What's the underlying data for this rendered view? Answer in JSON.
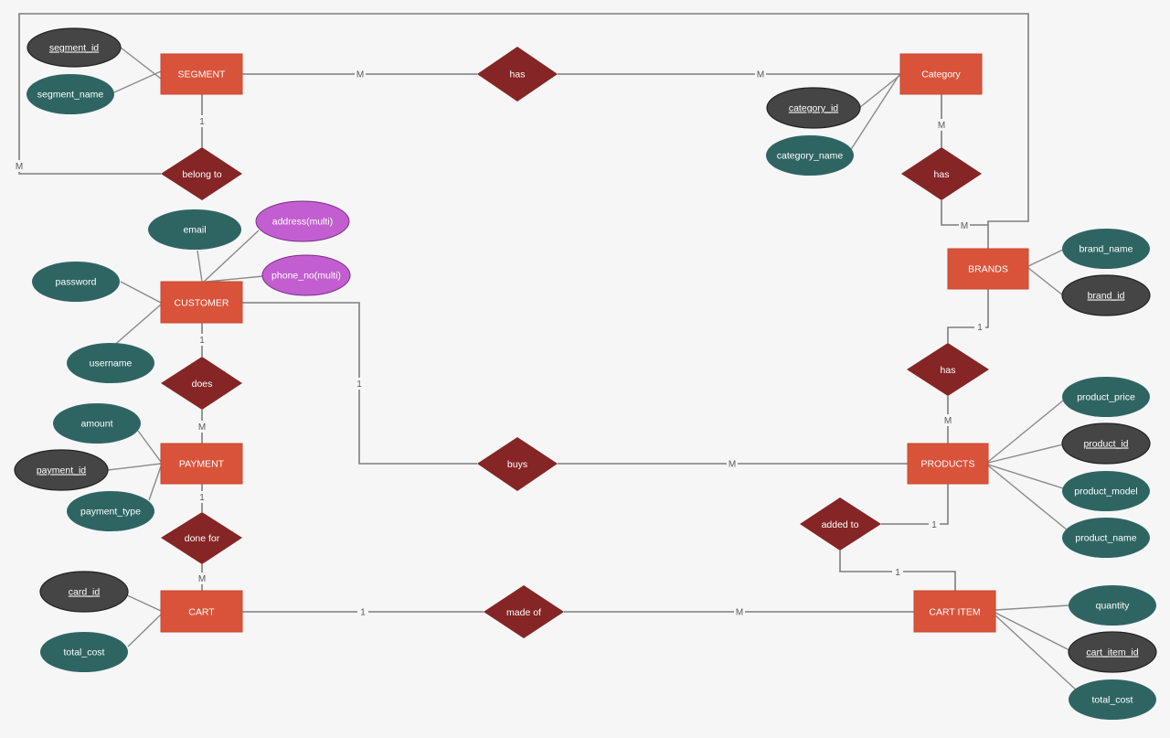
{
  "entities": {
    "segment": "SEGMENT",
    "category": "Category",
    "customer": "CUSTOMER",
    "brands": "BRANDS",
    "payment": "PAYMENT",
    "products": "PRODUCTS",
    "cart": "CART",
    "cart_item": "CART ITEM"
  },
  "relationships": {
    "segment_category": "has",
    "belong_to": "belong to",
    "category_brands": "has",
    "does": "does",
    "brands_products": "has",
    "buys": "buys",
    "done_for": "done for",
    "added_to": "added to",
    "made_of": "made of"
  },
  "attributes": {
    "segment_id": "segment_id",
    "segment_name": "segment_name",
    "category_id": "category_id",
    "category_name": "category_name",
    "email": "email",
    "address": "address(multi)",
    "phone_no": "phone_no(multi)",
    "password": "password",
    "username": "username",
    "brand_name": "brand_name",
    "brand_id": "brand_id",
    "amount": "amount",
    "payment_id": "payment_id",
    "payment_type": "payment_type",
    "product_price": "product_price",
    "product_id": "product_id",
    "product_model": "product_model",
    "product_name": "product_name",
    "card_id": "card_id",
    "cart_total_cost": "total_cost",
    "quantity": "quantity",
    "cart_item_id": "cart_item_id",
    "cart_item_total_cost": "total_cost"
  },
  "cardinalities": {
    "seg_has_left": "M",
    "seg_has_right": "M",
    "seg_belong": "1",
    "belong_left": "M",
    "cat_has": "M",
    "has_brands": "M",
    "brands_has": "1",
    "has_products": "M",
    "cust_does": "1",
    "does_payment": "M",
    "cust_buys": "1",
    "buys_products": "M",
    "payment_done": "1",
    "done_cart": "M",
    "products_added": "1",
    "added_cartitem": "1",
    "cart_made": "1",
    "made_cartitem": "M"
  },
  "colors": {
    "entity": "#d9533b",
    "relationship": "#852525",
    "attribute": "#2e6563",
    "key_attribute": "#454545",
    "multivalued_attribute": "#c35ed1",
    "line": "#7d7d7d",
    "background": "#f6f6f6"
  }
}
